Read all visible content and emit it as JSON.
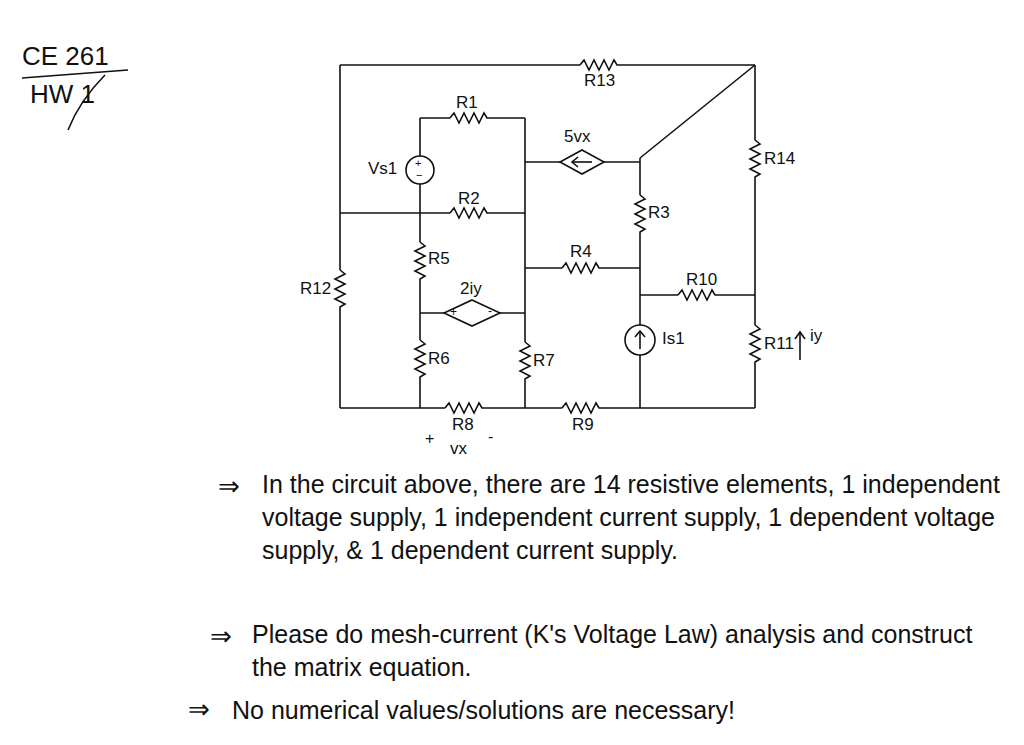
{
  "diagram": {
    "labels": [
      "CE 261",
      "HW 1",
      "R1",
      "R13",
      "5vx",
      "Vs1",
      "+",
      "−",
      "R2",
      "R14",
      "R3",
      "R4",
      "R5",
      "2iy",
      "+",
      "-",
      "R10",
      "R12",
      "Is1",
      "R11",
      "iy",
      "R6",
      "R7",
      "R8",
      "R9",
      "+",
      "vx",
      "-",
      "⇒",
      "In the circuit above, there are 14 resistive elements, 1 independent voltage supply, 1 independent current supply, 1 dependent voltage supply, & 1 dependent current supply.",
      "⇒",
      "Please do mesh-current (K's Voltage Law) analysis and construct the matrix equation.",
      "⇒",
      "No numerical values/solutions are necessary!"
    ]
  }
}
